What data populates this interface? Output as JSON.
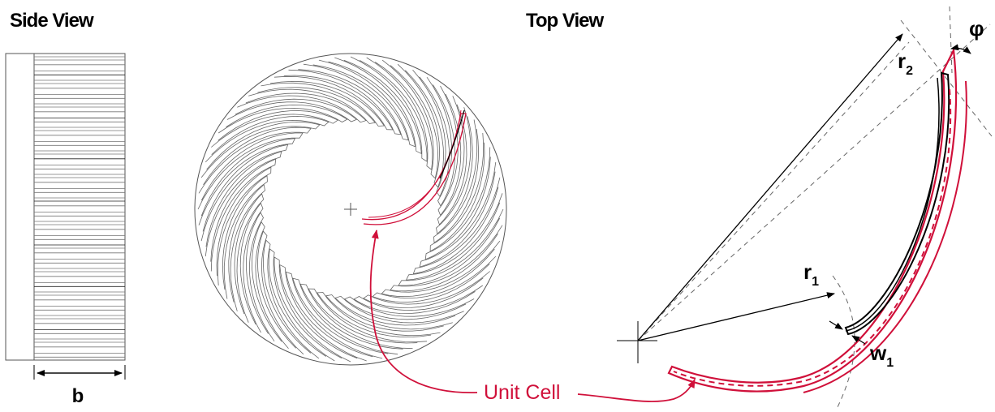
{
  "titles": {
    "side_view": "Side View",
    "top_view": "Top View"
  },
  "labels": {
    "b": "b",
    "r1_main": "r",
    "r1_sub": "1",
    "r2_main": "r",
    "r2_sub": "2",
    "w1_main": "w",
    "w1_sub": "1",
    "phi": "φ",
    "unit_cell": "Unit Cell"
  },
  "colors": {
    "highlight": "#d0103a",
    "line": "#000000",
    "dashed": "#555555"
  }
}
